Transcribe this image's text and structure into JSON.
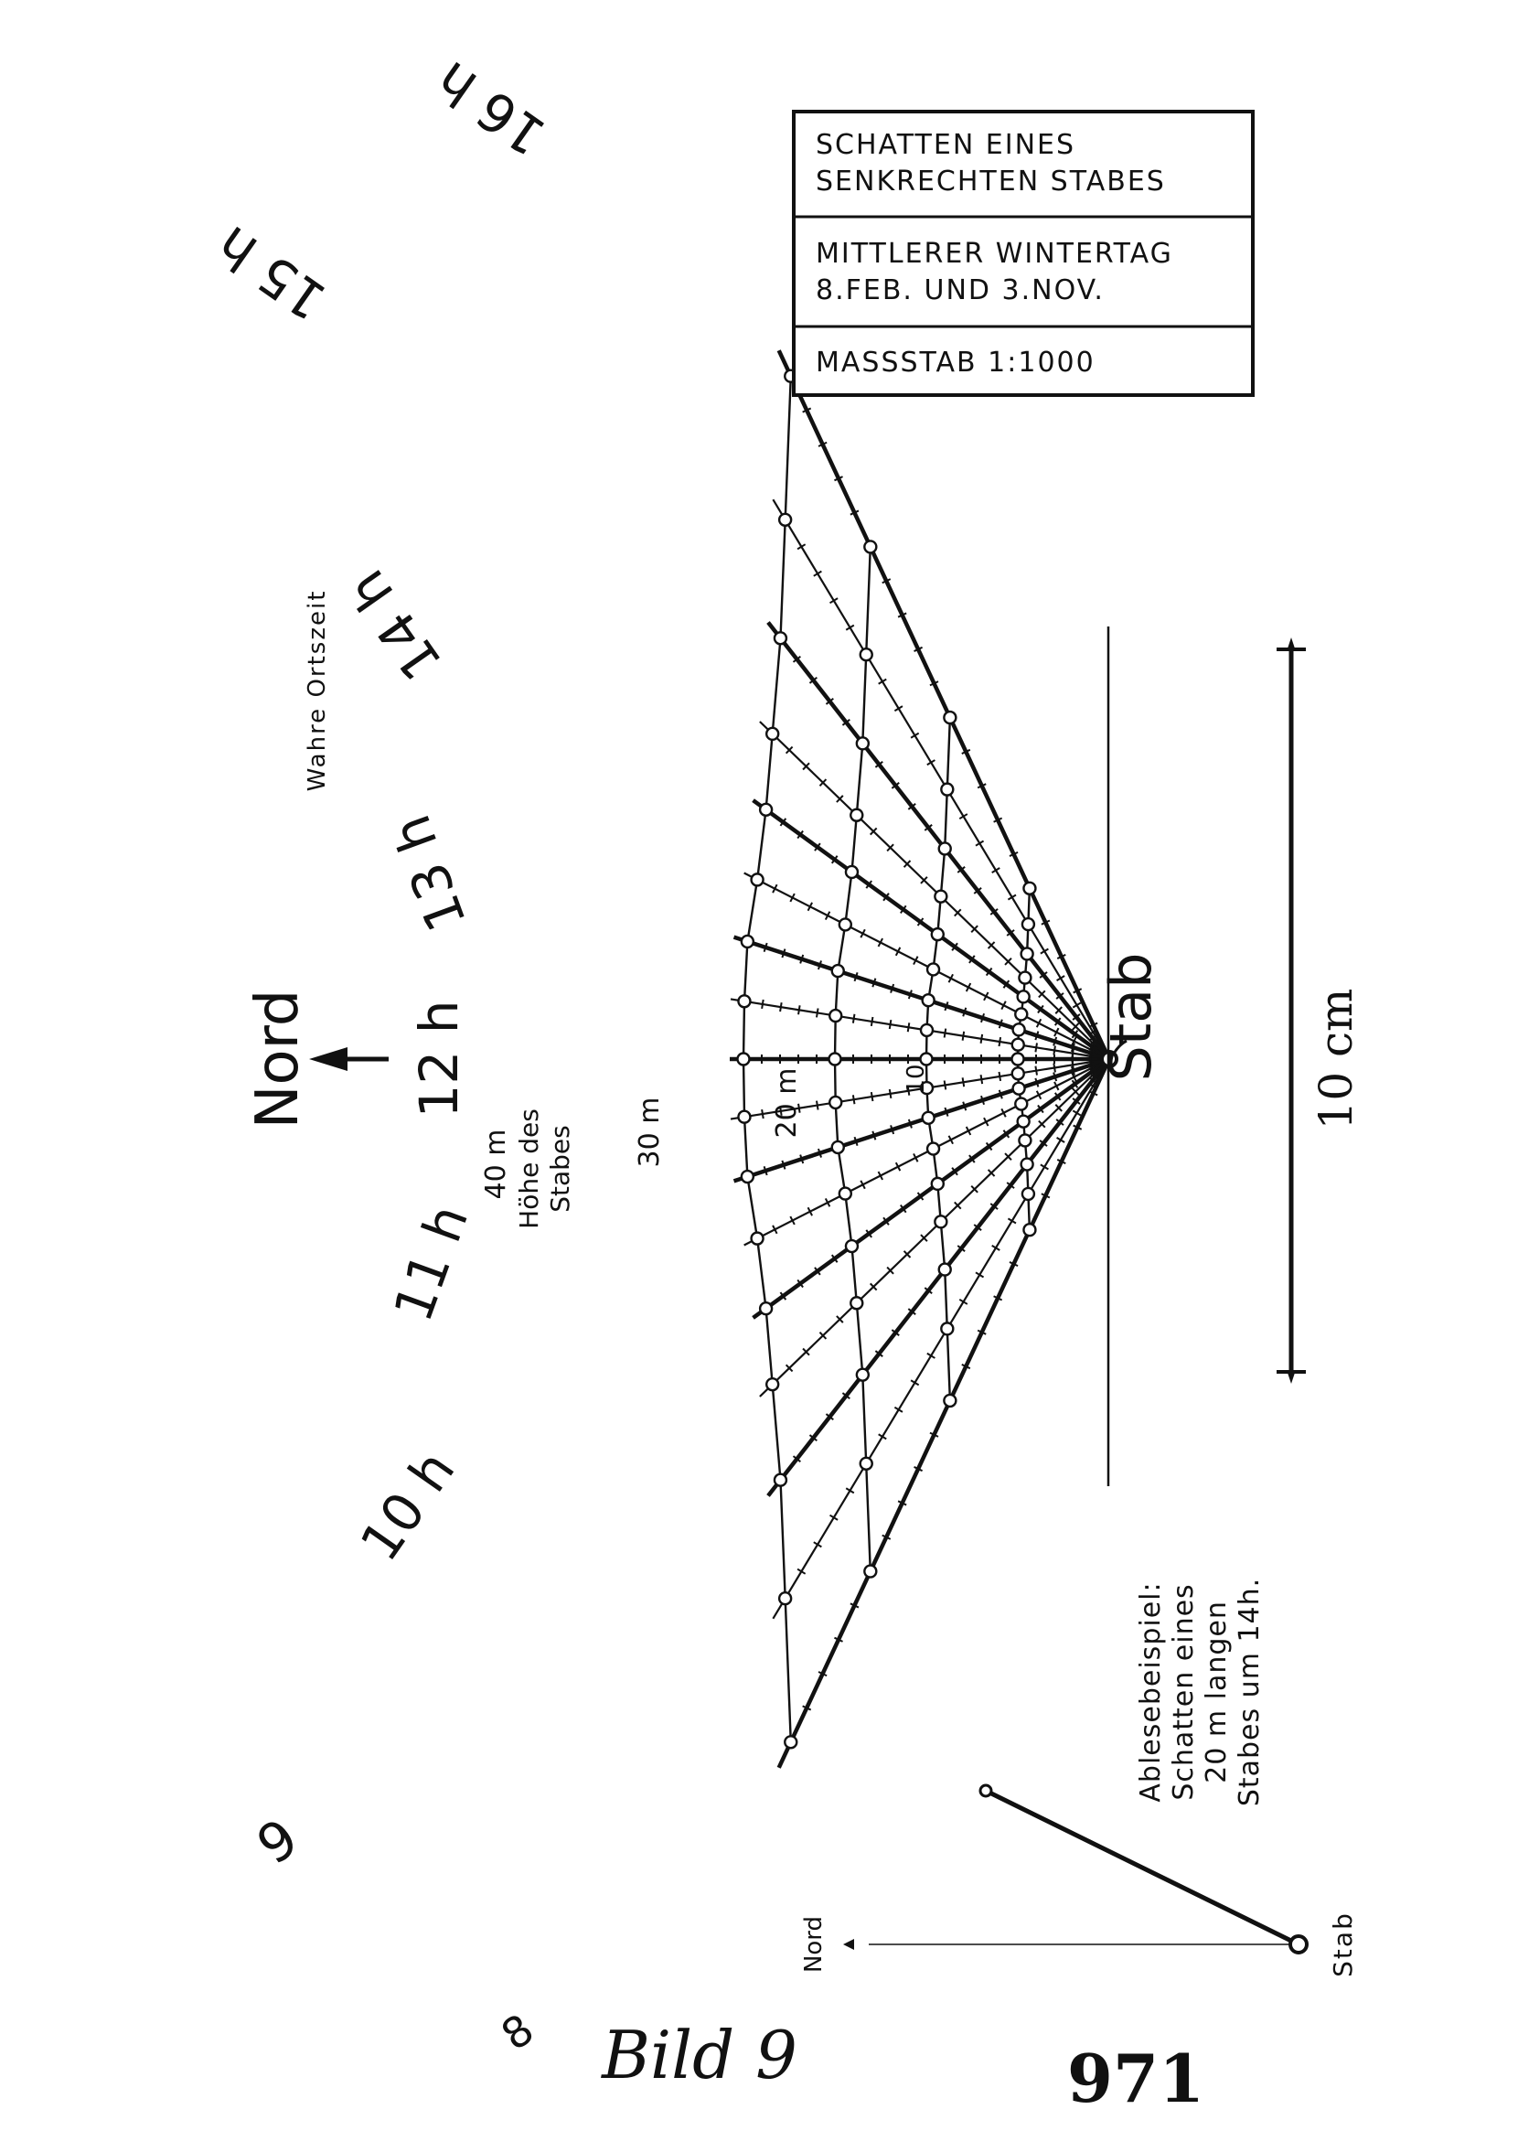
{
  "legend": {
    "title_lines": [
      "SCHATTEN EINES",
      "SENKRECHTEN STABES"
    ],
    "day_lines": [
      "MITTLERER WINTERTAG",
      "8.FEB.  UND  3.NOV."
    ],
    "scale": "MASSSTAB  1:1000"
  },
  "north_label": "Nord",
  "stab_label": "Stab",
  "time_system_label": "Wahre Ortszeit",
  "scale_bar_label": "10 cm",
  "height_caption": [
    "Höhe des",
    "Stabes"
  ],
  "hour_labels": [
    "8",
    "9",
    "10 h",
    "11 h",
    "12 h",
    "13 h",
    "14 h",
    "15 h",
    "16 h"
  ],
  "height_labels": [
    "10",
    "20 m",
    "30 m",
    "40 m"
  ],
  "example": {
    "lines": [
      "Ablesebeispiel:",
      "Schatten eines",
      "20 m langen",
      "Stabes um 14h."
    ],
    "nord": "Nord",
    "stab": "Stab"
  },
  "figure_label": "Bild 9",
  "page_number": "971",
  "colors": {
    "ink": "#111111",
    "paper": "#ffffff"
  }
}
